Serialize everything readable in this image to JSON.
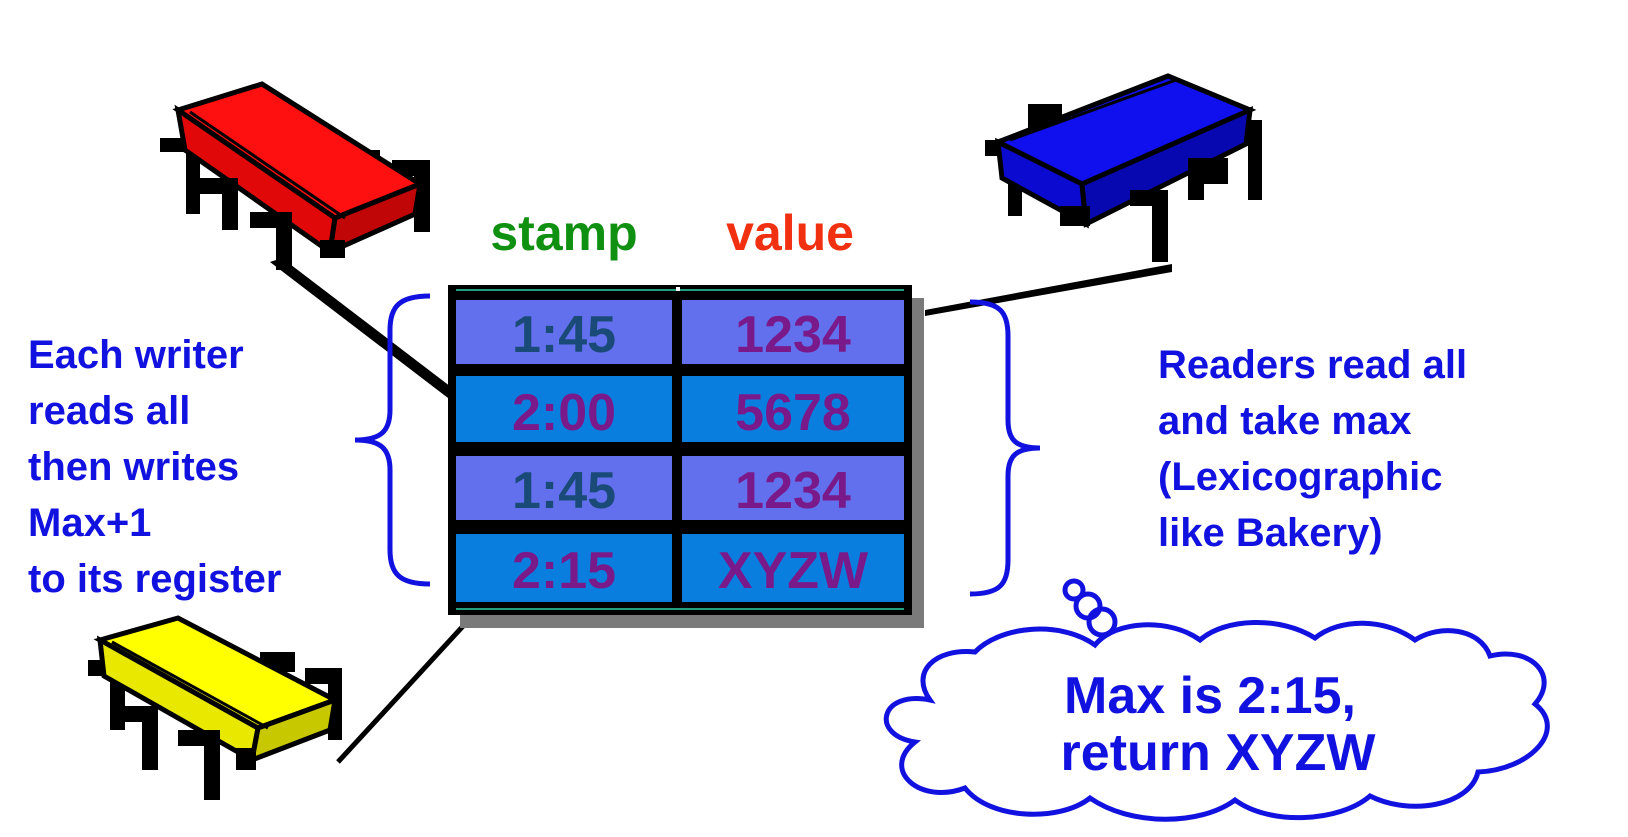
{
  "header": {
    "stamp": "stamp",
    "value": "value"
  },
  "rows": [
    {
      "stamp": "1:45",
      "value": "1234"
    },
    {
      "stamp": "2:00",
      "value": "5678"
    },
    {
      "stamp": "1:45",
      "value": "1234"
    },
    {
      "stamp": "2:15",
      "value": "XYZW"
    }
  ],
  "left_note": [
    "Each writer",
    "reads all",
    "then writes",
    "Max+1",
    "to its register"
  ],
  "right_note": [
    "Readers read all",
    "and take max",
    "(Lexicographic",
    "like Bakery)"
  ],
  "thought": [
    "Max is 2:15,",
    "return XYZW"
  ],
  "colors": {
    "stamp_header": "#109010",
    "value_header": "#f03010",
    "note_text": "#1212e0",
    "row_light": "#6270ee",
    "row_dark": "#0a7ede",
    "stamp_text_light": "#1a4a78",
    "value_text": "#7a1a8a",
    "writer_chip_1": "#ff1010",
    "writer_chip_2": "#ffff00",
    "reader_chip": "#1010ee"
  },
  "icons": {
    "writer_chip_1": "red-processor-chip-icon",
    "writer_chip_2": "yellow-processor-chip-icon",
    "reader_chip": "blue-processor-chip-icon"
  }
}
